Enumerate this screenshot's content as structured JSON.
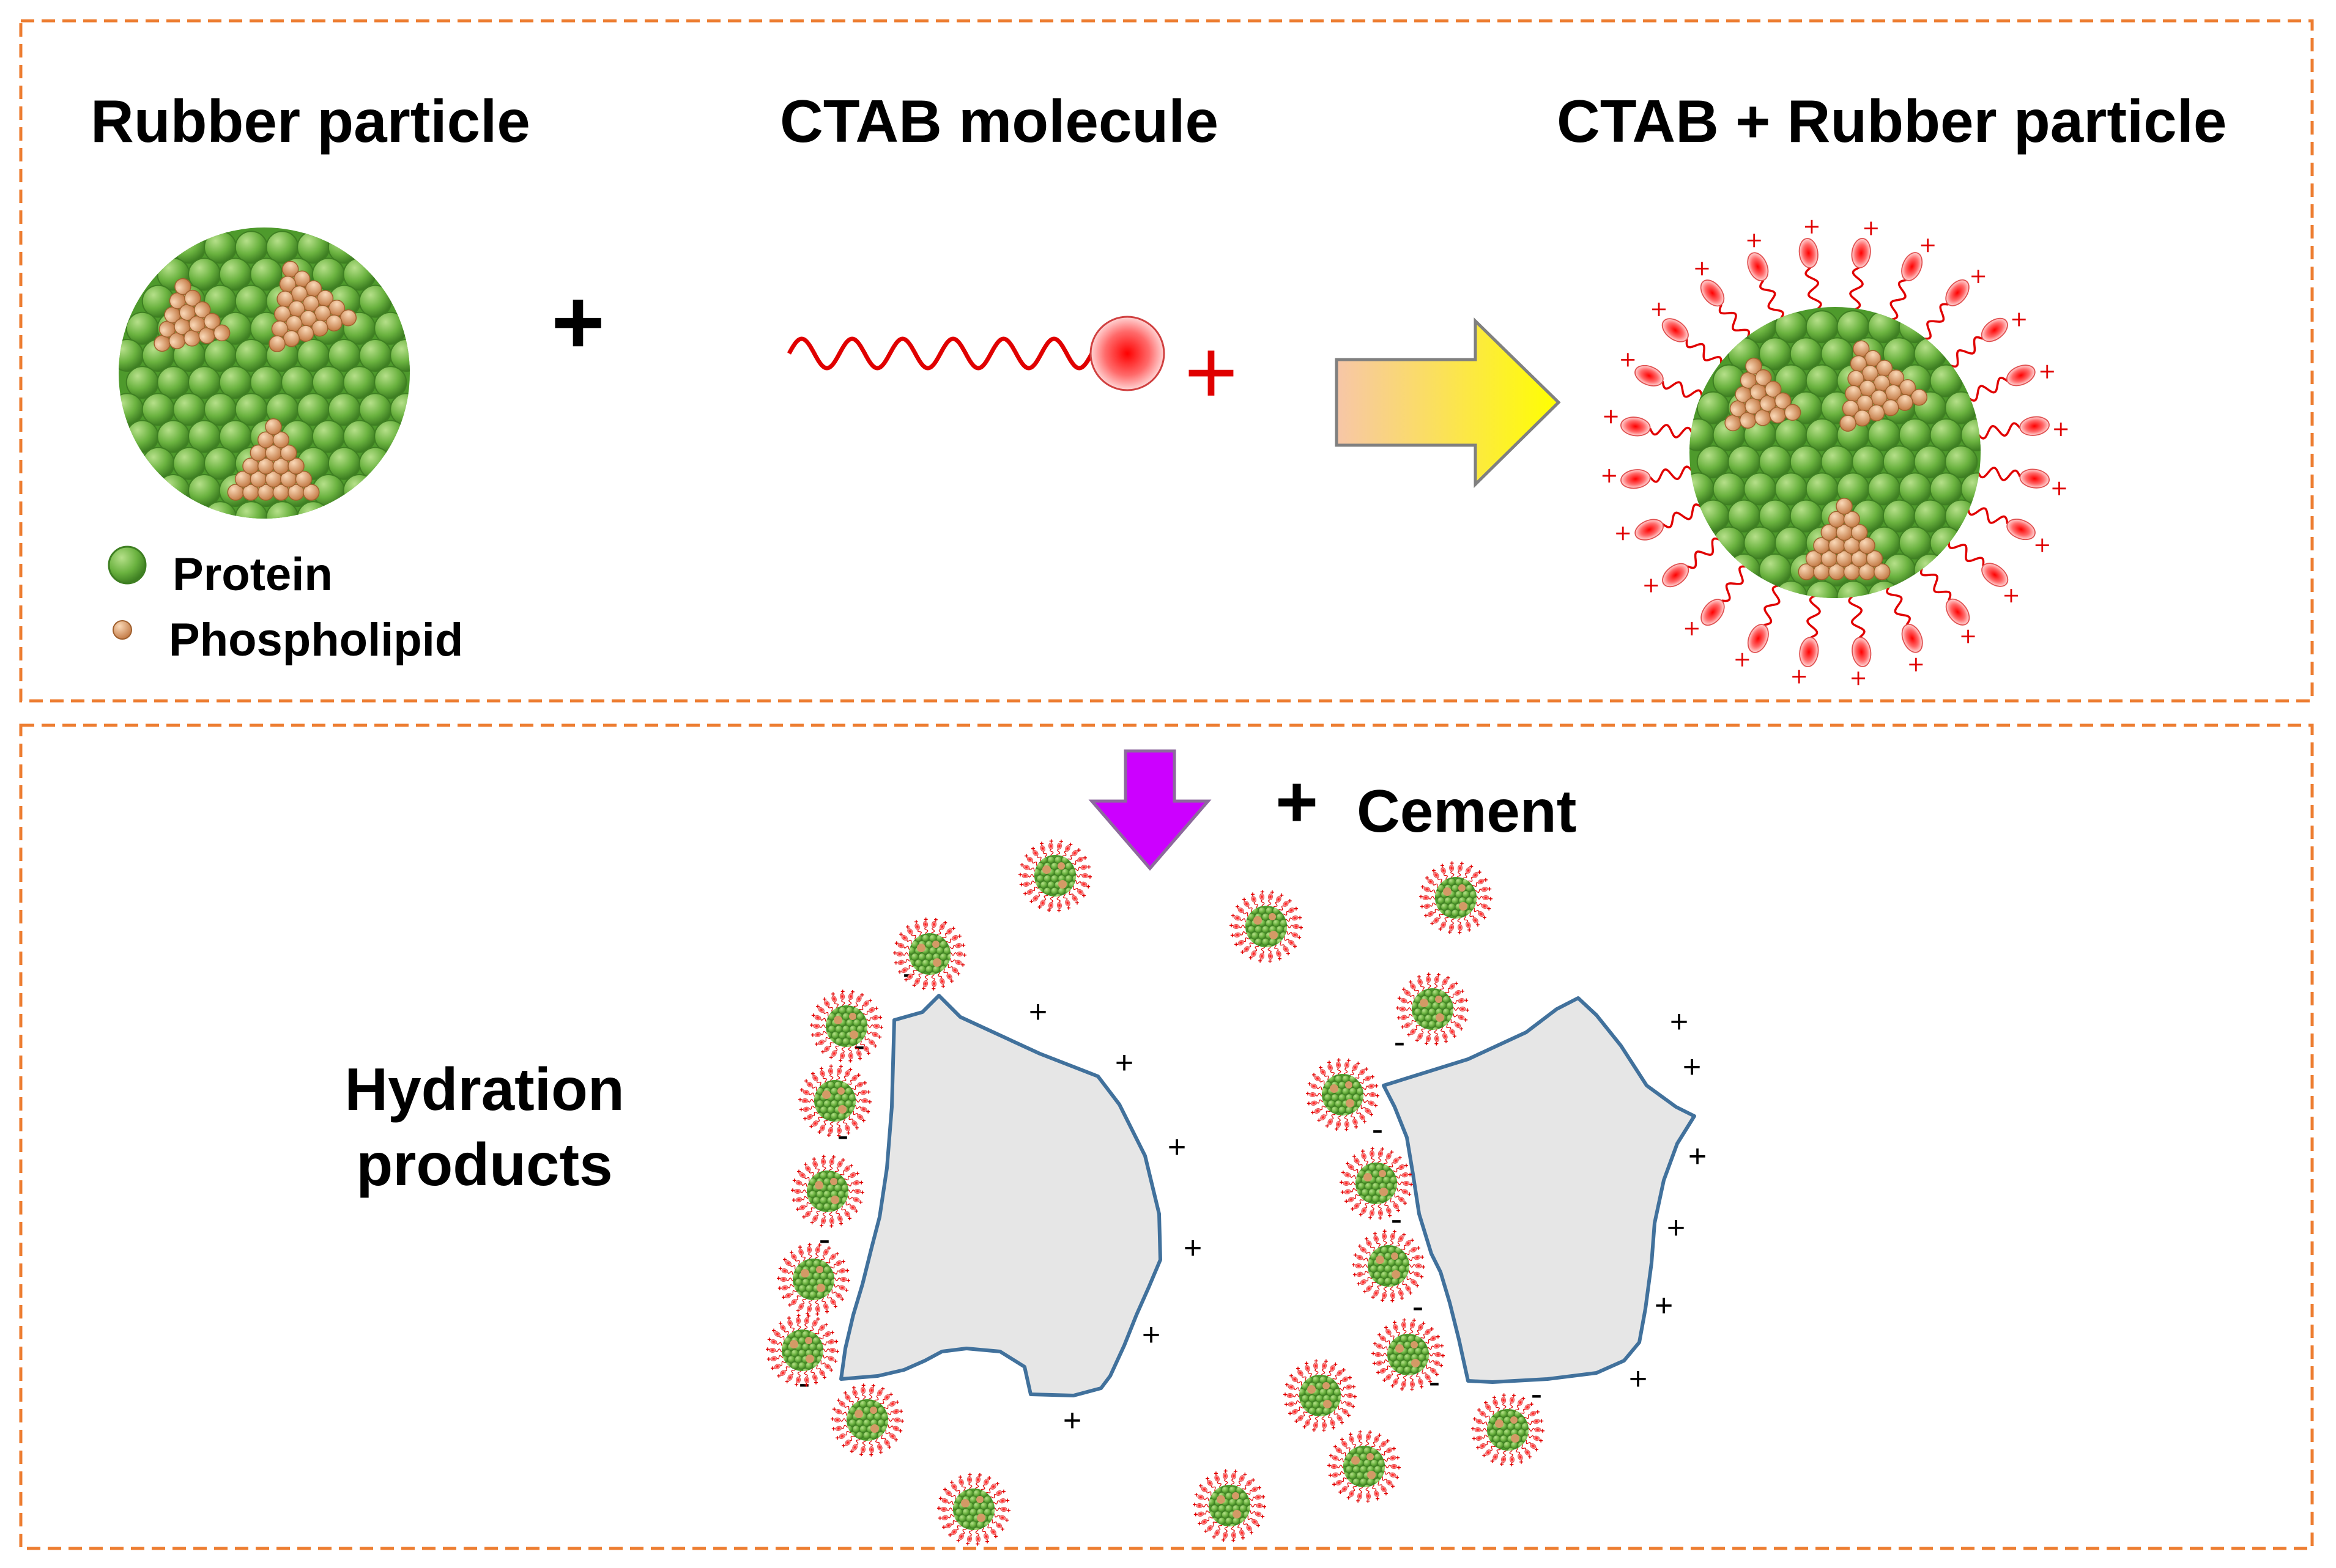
{
  "top_panel": {
    "rubber_title": "Rubber particle",
    "ctab_title": "CTAB molecule",
    "combined_title": "CTAB + Rubber particle",
    "plus_sign": "+",
    "ctab_charge": "+",
    "legend": {
      "protein": "Protein",
      "phospholipid": "Phospholipid"
    }
  },
  "bottom_panel": {
    "plus_sign": "+",
    "cement_label": "Cement",
    "hydration_line1": "Hydration",
    "hydration_line2": "products",
    "positive_charge": "+",
    "negative_charge": "-"
  },
  "colors": {
    "panel_border": "#ED7D31",
    "protein_green": "#5FA83A",
    "phospholipid_tan": "#E0A070",
    "ctab_red": "#FF0000",
    "cement_fill": "#E6E6E6",
    "cement_outline": "#41719C",
    "down_arrow": "#CC00FF"
  }
}
